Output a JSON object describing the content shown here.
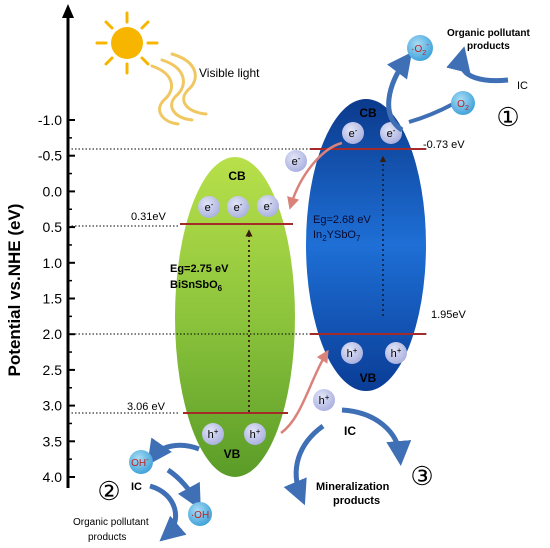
{
  "axis": {
    "label": "Potential  vs.NHE  (eV)",
    "ticks": [
      "-1.0",
      "-0.5",
      "0.0",
      "0.5",
      "1.0",
      "1.5",
      "2.0",
      "2.5",
      "3.0",
      "3.5",
      "4.0"
    ]
  },
  "light": {
    "label": "Visible light"
  },
  "bisnsbo": {
    "cb_label": "CB",
    "vb_label": "VB",
    "cb_edge": "0.31eV",
    "vb_edge": "3.06 eV",
    "eg": "Eg=2.75 eV",
    "formula_main": "BiSnSbO",
    "formula_sub": "6",
    "electron": "e",
    "hole": "h"
  },
  "in2ysbo": {
    "cb_label": "CB",
    "vb_label": "VB",
    "cb_edge": "-0.73 eV",
    "vb_edge": "1.95eV",
    "eg": "Eg=2.68 eV",
    "formula_a": "In",
    "formula_b": "2",
    "formula_c": "YSbO",
    "formula_d": "7",
    "electron": "e",
    "hole": "h"
  },
  "step1": {
    "number": "①",
    "o2_label": "O",
    "o2_sub": "2",
    "superoxide_label": "O",
    "superoxide_sub": "2",
    "superoxide_charge": "-",
    "products_line1": "Organic pollutant",
    "products_line2": "products",
    "ic": "IC"
  },
  "step2": {
    "number": "②",
    "oh_minus_label": "OH",
    "oh_minus_charge": "-",
    "oh_radical_label": "OH",
    "ic": "IC",
    "products_line1": "Organic pollutant",
    "products_line2": "products"
  },
  "step3": {
    "number": "③",
    "ic": "IC",
    "products_line1": "Mineralization",
    "products_line2": "products"
  },
  "migrating": {
    "electron": "e",
    "hole": "h"
  },
  "colors": {
    "green_band": "#8bc34a",
    "blue_band": "#1565c0",
    "arrow_blue": "#3f6fb5",
    "arrow_red": "#d9827a",
    "sun": "#f7b500",
    "particle": "#b9bfe6"
  }
}
